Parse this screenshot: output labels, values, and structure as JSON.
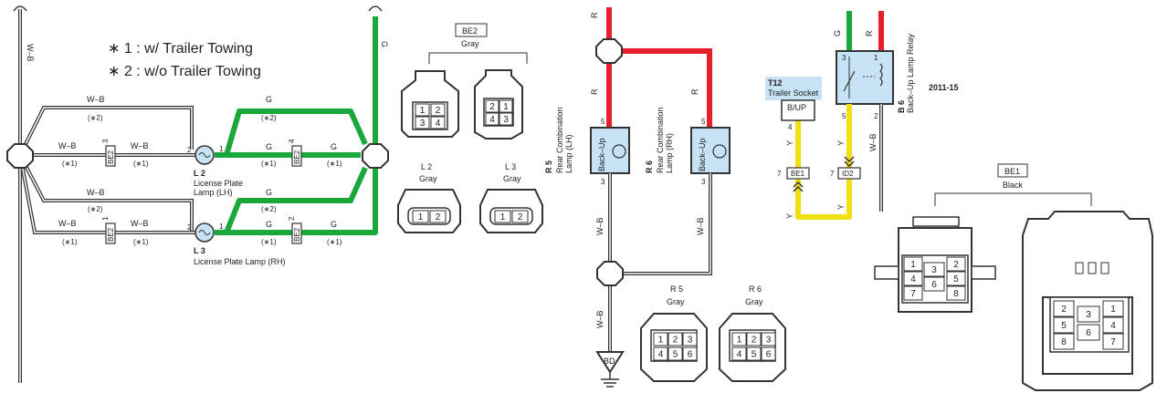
{
  "legend": {
    "note1": "∗ 1 : w/ Trailer Towing",
    "note2": "∗ 2 : w/o Trailer Towing"
  },
  "wires": {
    "wb": "W–B",
    "g": "G",
    "r": "R",
    "y": "Y",
    "n1": "(∗1)",
    "n2": "(∗2)"
  },
  "connectors": {
    "be2": "BE2",
    "be1": "BE1",
    "id2": "ID2",
    "bd": "BD",
    "be2_pin_top": "3",
    "be2_pin_bot": "1",
    "be2_pin_top_r": "4",
    "be2_pin_bot_r": "2",
    "be1_pin": "7",
    "id2_pin": "7"
  },
  "components": {
    "l2_id": "L 2",
    "l2_name1": "License Plate",
    "l2_name2": "Lamp (LH)",
    "l3_id": "L 3",
    "l3_name": "License Plate Lamp (RH)",
    "r5_id": "R 5",
    "r5_name1": "Rear Combination",
    "r5_name2": "Lamp (LH)",
    "r6_id": "R 6",
    "r6_name1": "Rear Combination",
    "r6_name2": "Lamp (RH)",
    "backup": "Back–Up",
    "t12_id": "T12",
    "t12_name": "Trailer Socket",
    "t12_term": "B/UP",
    "t12_pin": "4",
    "b6_id": "B 6",
    "b6_name": "Back–Up Lamp Relay",
    "year": "2011-15"
  },
  "pins": {
    "p1": "1",
    "p2": "2",
    "p3": "3",
    "p5": "5"
  },
  "views": {
    "be2_title": "BE2",
    "be2_color": "Gray",
    "l2_title": "L 2",
    "l3_title": "L 3",
    "r5_title": "R 5",
    "r6_title": "R 6",
    "be1_title": "BE1",
    "gray": "Gray",
    "black": "Black",
    "be2_pins_a": [
      "1",
      "2",
      "3",
      "4"
    ],
    "be2_pins_b": [
      "2",
      "1",
      "4",
      "3"
    ],
    "two_pin": [
      "1",
      "2"
    ],
    "six_pin": [
      "1",
      "2",
      "3",
      "4",
      "5",
      "6"
    ],
    "be1_a": [
      "1",
      "4",
      "7",
      "3",
      "6",
      "2",
      "5",
      "8"
    ],
    "be1_b": [
      "2",
      "5",
      "8",
      "3",
      "6",
      "1",
      "4",
      "7"
    ]
  },
  "colors": {
    "green": "#1aa83a",
    "red": "#e5202a",
    "yellow": "#f2de12",
    "comp_fill": "#c6e2f4"
  }
}
